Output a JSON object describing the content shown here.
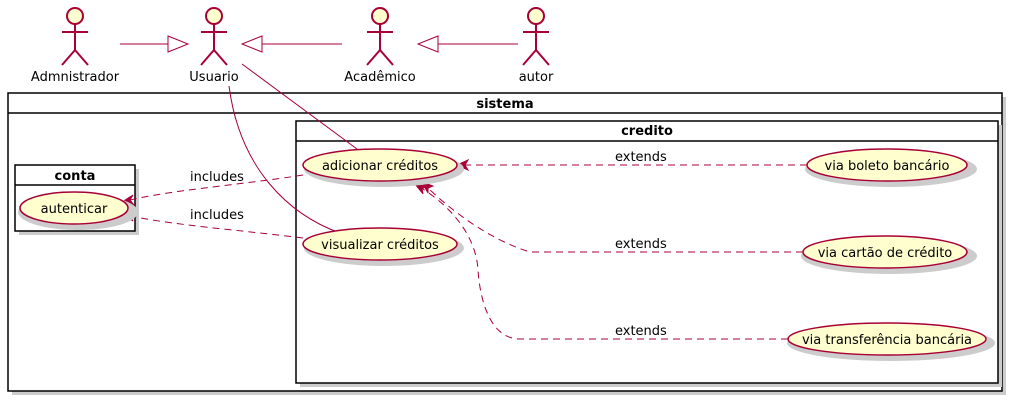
{
  "actors": [
    {
      "id": "admin",
      "label": "Admnistrador"
    },
    {
      "id": "usuario",
      "label": "Usuario"
    },
    {
      "id": "academico",
      "label": "Acadêmico"
    },
    {
      "id": "autor",
      "label": "autor"
    }
  ],
  "packages": {
    "sistema": {
      "title": "sistema"
    },
    "conta": {
      "title": "conta"
    },
    "credito": {
      "title": "credito"
    }
  },
  "usecases": [
    {
      "id": "autenticar",
      "label": "autenticar"
    },
    {
      "id": "adicionar",
      "label": "adicionar créditos"
    },
    {
      "id": "visualizar",
      "label": "visualizar créditos"
    },
    {
      "id": "boleto",
      "label": "via boleto bancário"
    },
    {
      "id": "cartao",
      "label": "via cartão de crédito"
    },
    {
      "id": "transferencia",
      "label": "via transferência bancária"
    }
  ],
  "relations": [
    {
      "from": "admin",
      "to": "usuario",
      "kind": "generalization"
    },
    {
      "from": "academico",
      "to": "usuario",
      "kind": "generalization"
    },
    {
      "from": "autor",
      "to": "academico",
      "kind": "generalization"
    },
    {
      "from": "usuario",
      "to": "adicionar",
      "kind": "association"
    },
    {
      "from": "usuario",
      "to": "visualizar",
      "kind": "association"
    },
    {
      "from": "adicionar",
      "to": "autenticar",
      "kind": "dependency",
      "label": "includes"
    },
    {
      "from": "visualizar",
      "to": "autenticar",
      "kind": "dependency",
      "label": "includes"
    },
    {
      "from": "boleto",
      "to": "adicionar",
      "kind": "dependency",
      "label": "extends"
    },
    {
      "from": "cartao",
      "to": "adicionar",
      "kind": "dependency",
      "label": "extends"
    },
    {
      "from": "transferencia",
      "to": "adicionar",
      "kind": "dependency",
      "label": "extends"
    }
  ],
  "colors": {
    "stroke": "#A80036",
    "fill": "#FEFECE",
    "text": "#000000"
  }
}
